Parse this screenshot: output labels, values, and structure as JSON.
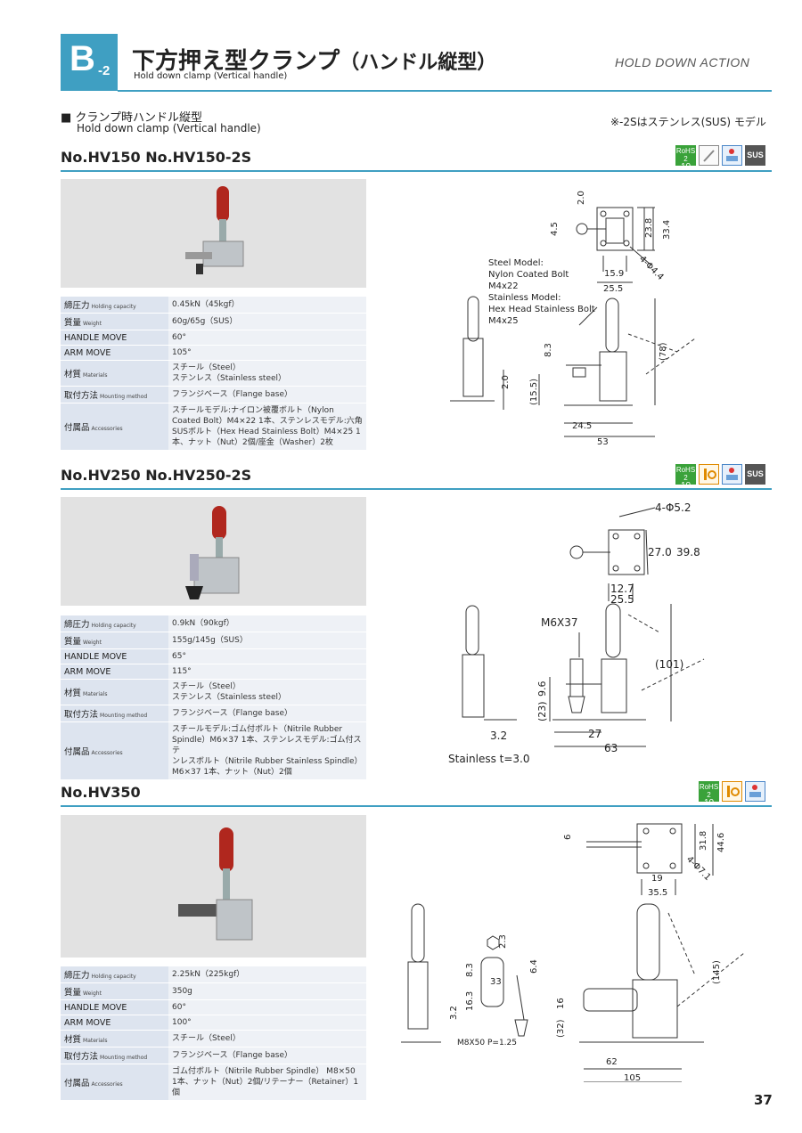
{
  "header": {
    "badge_letter": "B",
    "badge_sub": "-2",
    "title_jp": "下方押え型クランプ",
    "title_jp_paren": "（ハンドル縦型）",
    "title_en": "Hold down clamp (Vertical handle)",
    "action": "HOLD DOWN ACTION",
    "accent_color": "#3f9fc2"
  },
  "section": {
    "title_jp": "■ クランプ時ハンドル縦型",
    "title_en": "Hold down clamp (Vertical handle)",
    "note": "※-2Sはステンレス(SUS) モデル"
  },
  "icons": {
    "rohs_line1": "RoHS 2",
    "rohs_line2": "10",
    "sus": "SUS"
  },
  "products": [
    {
      "name": "No.HV150  No.HV150-2S",
      "specs": [
        {
          "k": "締圧力",
          "ks": "Holding capacity",
          "v": "0.45kN（45kgf）"
        },
        {
          "k": "質量",
          "ks": "Weight",
          "v": "60g/65g（SUS）"
        },
        {
          "k": "HANDLE MOVE",
          "ks": "",
          "v": "60°"
        },
        {
          "k": "ARM MOVE",
          "ks": "",
          "v": "105°"
        },
        {
          "k": "材質",
          "ks": "Materials",
          "v": "スチール（Steel）\nステンレス（Stainless steel）"
        },
        {
          "k": "取付方法",
          "ks": "Mounting method",
          "v": "フランジベース（Flange base）"
        },
        {
          "k": "付属品",
          "ks": "Accessories",
          "v": "スチールモデル:ナイロン被覆ボルト（Nylon\nCoated Bolt）M4×22 1本、ステンレスモデル:六角\nSUSボルト（Hex Head Stainless Bolt）M4×25 1\n本、ナット（Nut）2個/座金（Washer）2枚"
        }
      ],
      "drawing": {
        "note1": "Steel Model:",
        "note2": "Nylon Coated Bolt",
        "note3": "M4x22",
        "note4": "Stainless Model:",
        "note5": "Hex Head Stainless Bolt",
        "note6": "M4x25",
        "d1": "2.0",
        "d2": "4.5",
        "d3": "23.8",
        "d4": "33.4",
        "d5": "15.9",
        "d6": "4-Φ4.4",
        "d7": "25.5",
        "d8": "8.3",
        "d9": "(78)",
        "d10": "2.0",
        "d11": "(15.5)",
        "d12": "24.5",
        "d13": "53"
      }
    },
    {
      "name": "No.HV250  No.HV250-2S",
      "specs": [
        {
          "k": "締圧力",
          "ks": "Holding capacity",
          "v": "0.9kN（90kgf）"
        },
        {
          "k": "質量",
          "ks": "Weight",
          "v": "155g/145g（SUS）"
        },
        {
          "k": "HANDLE MOVE",
          "ks": "",
          "v": "65°"
        },
        {
          "k": "ARM MOVE",
          "ks": "",
          "v": "115°"
        },
        {
          "k": "材質",
          "ks": "Materials",
          "v": "スチール（Steel）\nステンレス（Stainless steel）"
        },
        {
          "k": "取付方法",
          "ks": "Mounting method",
          "v": "フランジベース（Flange base）"
        },
        {
          "k": "付属品",
          "ks": "Accessories",
          "v": "スチールモデル:ゴム付ボルト（Nitrile Rubber\nSpindle）M6×37 1本、ステンレスモデル:ゴム付ステ\nンレスボルト（Nitrile Rubber Stainless Spindle）\nM6×37 1本、ナット（Nut）2個"
        }
      ],
      "drawing": {
        "d1": "4-Φ5.2",
        "d2": "27.0",
        "d3": "39.8",
        "d4": "12.7",
        "d5": "25.5",
        "d6": "M6X37",
        "d7": "(101)",
        "d8": "9.6",
        "d9": "(23)",
        "d10": "3.2",
        "d11": "27",
        "d12": "63",
        "note": "Stainless t=3.0"
      }
    },
    {
      "name": "No.HV350",
      "specs": [
        {
          "k": "締圧力",
          "ks": "Holding capacity",
          "v": "2.25kN（225kgf）"
        },
        {
          "k": "質量",
          "ks": "Weight",
          "v": "350g"
        },
        {
          "k": "HANDLE MOVE",
          "ks": "",
          "v": "60°"
        },
        {
          "k": "ARM MOVE",
          "ks": "",
          "v": "100°"
        },
        {
          "k": "材質",
          "ks": "Materials",
          "v": "スチール（Steel）"
        },
        {
          "k": "取付方法",
          "ks": "Mounting method",
          "v": "フランジベース（Flange base）"
        },
        {
          "k": "付属品",
          "ks": "Accessories",
          "v": "ゴム付ボルト（Nitrile Rubber Spindle） M8×50\n1本、ナット（Nut）2個/リテーナー（Retainer）1個"
        }
      ],
      "drawing": {
        "d1": "6",
        "d2": "31.8",
        "d3": "44.6",
        "d4": "4-Φ7.1",
        "d5": "19",
        "d6": "35.5",
        "d7": "2.3",
        "d8": "8.3",
        "d9": "6.4",
        "d10": "33",
        "d11": "16.3",
        "d12": "3.2",
        "d13": "M8X50 P=1.25",
        "d14": "(145)",
        "d15": "16",
        "d16": "(32)",
        "d17": "62",
        "d18": "105"
      }
    }
  ],
  "page_number": "37"
}
